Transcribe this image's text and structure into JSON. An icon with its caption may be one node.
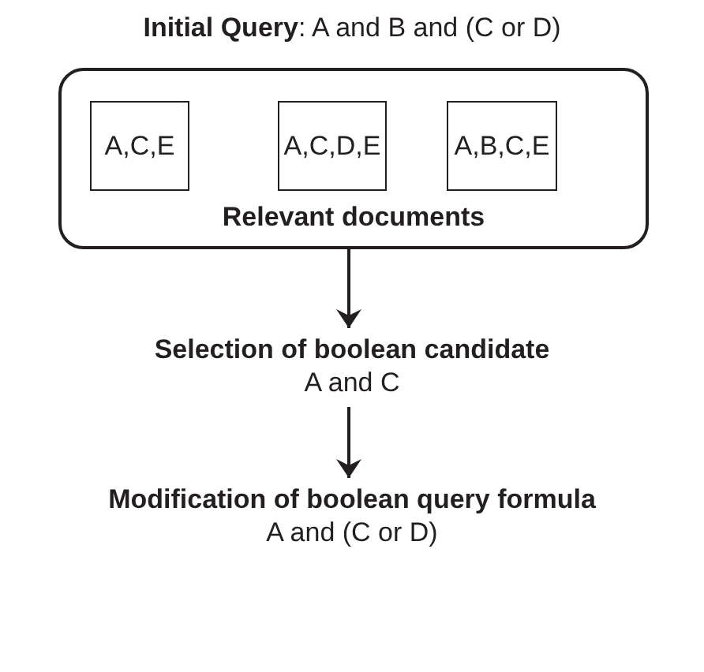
{
  "diagram": {
    "title": "**Initial Query**: A and B and (C or D)",
    "nodes": [
      {
        "text": [
          "Relevant documents"
        ]
      },
      {
        "text": [
          "A,C,E"
        ],
        "in": 0
      },
      {
        "text": [
          "A,C,D,E"
        ],
        "in": 0
      },
      {
        "text": [
          "A,B,C,E"
        ],
        "in": 0
      },
      {
        "text": [
          "Selection of boolean candidate",
          "A and C"
        ]
      },
      {
        "text": [
          "Modification of boolean query formula",
          "A and (C or D)"
        ]
      }
    ],
    "edges": [
      {
        "from": 0,
        "to": 4,
        "arrow": "to"
      },
      {
        "from": 4,
        "to": 5,
        "arrow": "to"
      }
    ]
  }
}
